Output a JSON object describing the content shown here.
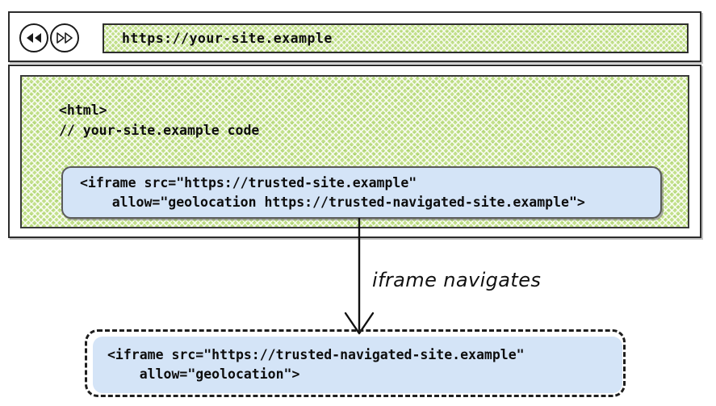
{
  "browser": {
    "nav": {
      "back_label": "Back",
      "back_icon": "rewind-double-triangle-left-icon",
      "forward_label": "Forward",
      "forward_icon": "fast-forward-double-triangle-right-icon"
    },
    "address_bar": {
      "url": "https://your-site.example",
      "placeholder": "https://your-site.example"
    },
    "page": {
      "code_line_1": "<html>",
      "code_line_2": "// your-site.example code",
      "embedded_iframe": {
        "line_1": "<iframe src=\"https://trusted-site.example\"",
        "line_2": "    allow=\"geolocation https://trusted-navigated-site.example\">"
      }
    }
  },
  "annotation": {
    "label": "iframe navigates",
    "arrow_icon": "down-arrow-icon"
  },
  "navigated_iframe": {
    "line_1": "<iframe src=\"https://trusted-navigated-site.example\"",
    "line_2": "    allow=\"geolocation\">"
  },
  "colors": {
    "page_green": "#c3e08b",
    "iframe_blue": "#d4e4f7",
    "outline_dark": "#2c2c2c",
    "text_black": "#0d0d0d"
  }
}
